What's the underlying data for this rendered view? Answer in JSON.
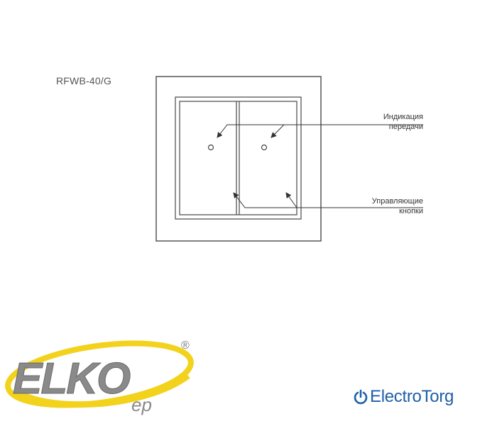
{
  "model": "RFWB-40/G",
  "callouts": {
    "indication_line1": "Индикация",
    "indication_line2": "передачи",
    "buttons_line1": "Управляющие",
    "buttons_line2": "кнопки"
  },
  "logos": {
    "elko_text": "ELKO",
    "elko_sub": "ep",
    "registered": "®",
    "electrotorg_text": "ElectroTorg"
  },
  "colors": {
    "line": "#444444",
    "elko_gray": "#8a8a8a",
    "elko_yellow": "#f2d21b",
    "electrotorg_blue": "#1f5fa6"
  }
}
